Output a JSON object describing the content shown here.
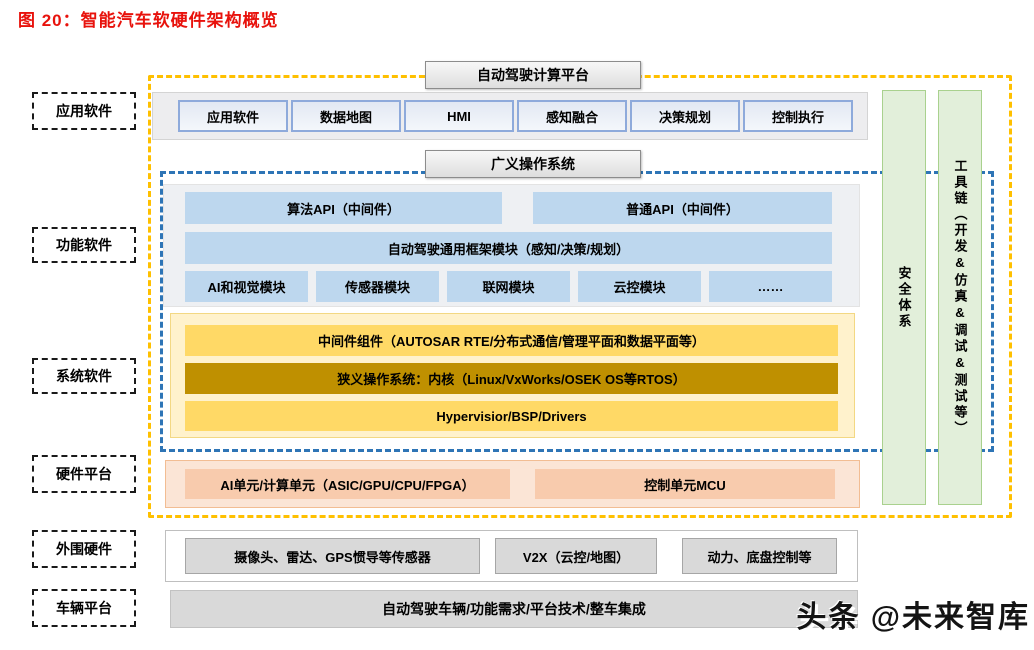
{
  "title": "图 20：智能汽车软硬件架构概览",
  "colors": {
    "title_red": "#e8120c",
    "frame_orange": "#FFC000",
    "frame_blue": "#2E75B6",
    "blue_fill": "#BDD7EE",
    "gold_fill": "#FFD966",
    "dark_gold_fill": "#BF9000",
    "pale_yellow_fill": "#FFF2CC",
    "peach_fill": "#F8CBAD",
    "pale_peach_fill": "#FBE5D6",
    "green_fill": "#E2EFDA",
    "gray_fill": "#D9D9D9"
  },
  "diagram": {
    "top_platform_label": "自动驾驶计算平台",
    "os_label": "广义操作系统",
    "app_row": [
      "应用软件",
      "数据地图",
      "HMI",
      "感知融合",
      "决策规划",
      "控制执行"
    ],
    "api_row": [
      "算法API（中间件）",
      "普通API（中间件）"
    ],
    "framework_bar": "自动驾驶通用框架模块（感知/决策/规划）",
    "module_row": [
      "AI和视觉模块",
      "传感器模块",
      "联网模块",
      "云控模块",
      "……"
    ],
    "middleware_bar": "中间件组件（AUTOSAR RTE/分布式通信/管理平面和数据平面等）",
    "kernel_bar": "狭义操作系统：内核（Linux/VxWorks/OSEK OS等RTOS）",
    "hypervisor_bar": "Hypervisior/BSP/Drivers",
    "hw_row": [
      "AI单元/计算单元（ASIC/GPU/CPU/FPGA）",
      "控制单元MCU"
    ],
    "peripheral_row": [
      "摄像头、雷达、GPS惯导等传感器",
      "V2X（云控/地图）",
      "动力、底盘控制等"
    ],
    "vehicle_bar": "自动驾驶车辆/功能需求/平台技术/整车集成",
    "left_labels": [
      "应用软件",
      "功能软件",
      "系统软件",
      "硬件平台",
      "外围硬件",
      "车辆平台"
    ],
    "vertical_bars": [
      "安全体系",
      "工具链（开发&仿真&调试&测试等）"
    ]
  },
  "watermark": "头条 @未来智库"
}
